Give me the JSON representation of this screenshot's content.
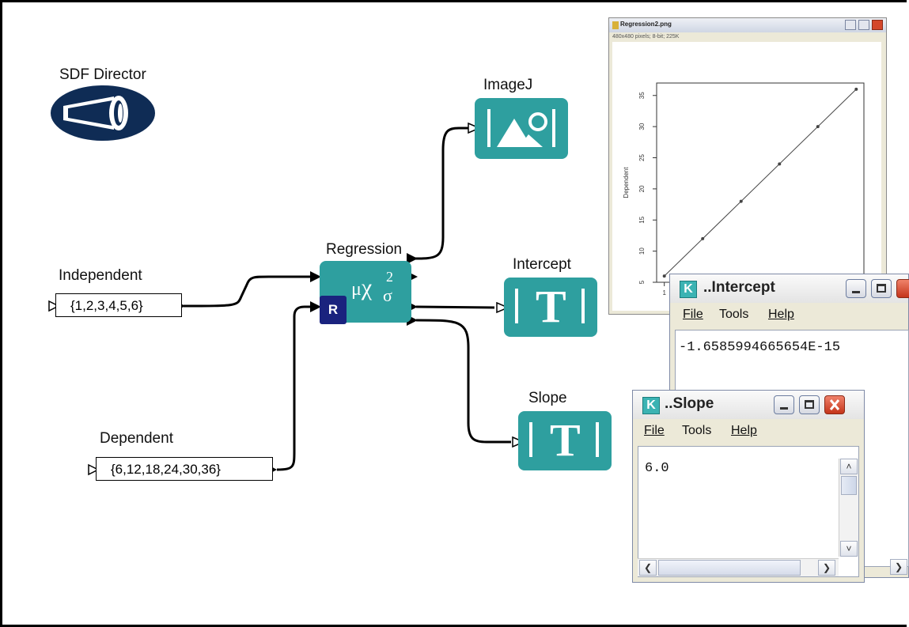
{
  "director": {
    "label": "SDF Director"
  },
  "actors": {
    "independent": {
      "name": "Independent",
      "value": "{1,2,3,4,5,6}"
    },
    "dependent": {
      "name": "Dependent",
      "value": "{6,12,18,24,30,36}"
    },
    "regression": {
      "name": "Regression",
      "badge": "R",
      "symbol_mu": "μ",
      "symbol_chi": "χ",
      "symbol_sup": "2",
      "symbol_sub": "σ"
    },
    "imagej": {
      "name": "ImageJ"
    },
    "intercept": {
      "name": "Intercept",
      "glyph": "T"
    },
    "slope": {
      "name": "Slope",
      "glyph": "T"
    }
  },
  "plot_window": {
    "title": "Regression2.png",
    "subtitle": "480x480 pixels; 8-bit; 225K",
    "ylabel": "Dependent",
    "y_ticks": [
      "5",
      "10",
      "15",
      "20",
      "25",
      "30",
      "35"
    ],
    "x_ticks": [
      "1"
    ]
  },
  "intercept_window": {
    "title": "..Intercept",
    "icon_letter": "K",
    "menu": {
      "file": "File",
      "tools": "Tools",
      "help": "Help"
    },
    "output": "-1.6585994665654E-15"
  },
  "slope_window": {
    "title": "..Slope",
    "icon_letter": "K",
    "menu": {
      "file": "File",
      "tools": "Tools",
      "help": "Help"
    },
    "output": "6.0"
  },
  "chart_data": {
    "type": "scatter",
    "x": [
      1,
      2,
      3,
      4,
      5,
      6
    ],
    "y": [
      6,
      12,
      18,
      24,
      30,
      36
    ],
    "xlabel": "",
    "ylabel": "Dependent",
    "xlim": [
      0.8,
      6.2
    ],
    "ylim": [
      5,
      37
    ],
    "fit_line": true
  },
  "colors": {
    "actor_teal": "#2e9f9f",
    "director_navy": "#0f2c55",
    "badge_blue": "#1a237e",
    "close_red": "#c4341a"
  }
}
